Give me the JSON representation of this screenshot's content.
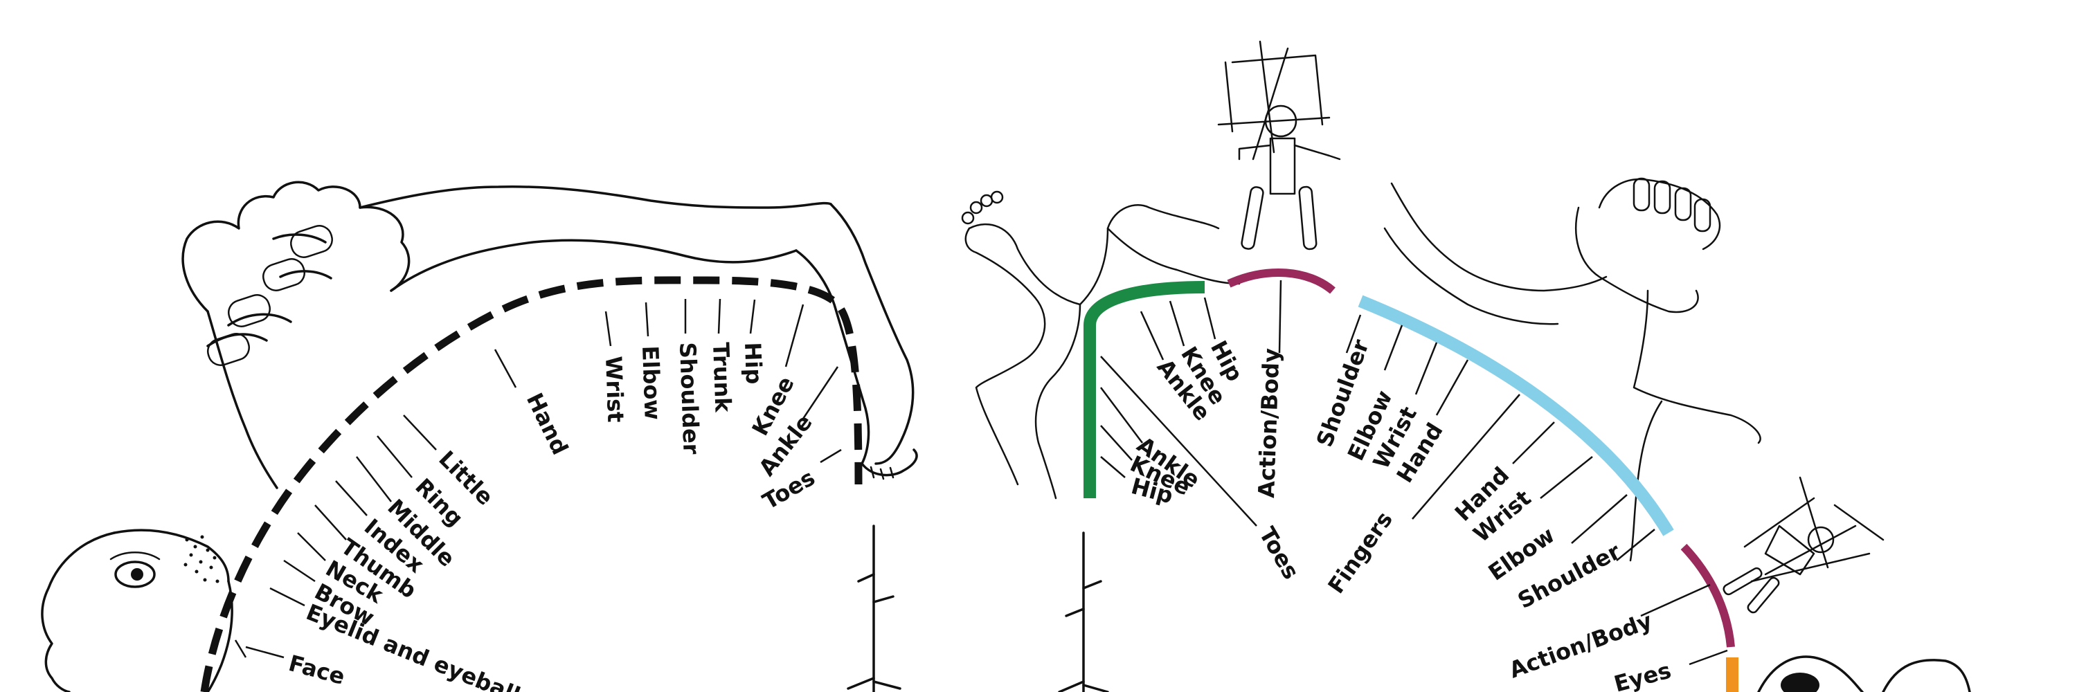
{
  "colors": {
    "legs": "#1a8a45",
    "action": "#9b2a5c",
    "arms": "#86cfe8",
    "eyes": "#f0921e",
    "ink": "#111111"
  },
  "left_homunculus": {
    "labels": {
      "hand": "Hand",
      "wrist": "Wrist",
      "elbow": "Elbow",
      "shoulder": "Shoulder",
      "trunk": "Trunk",
      "hip": "Hip",
      "knee": "Knee",
      "ankle": "Ankle",
      "toes": "Toes",
      "little": "Little",
      "ring": "Ring",
      "middle": "Middle",
      "index": "Index",
      "thumb": "Thumb",
      "neck": "Neck",
      "brow": "Brow",
      "eyelid": "Eyelid and eyeball",
      "face": "Face"
    }
  },
  "right_map": {
    "legs": {
      "hip": "Hip",
      "knee": "Knee",
      "ankle": "Ankle",
      "toes": "Toes"
    },
    "legs_inner": {
      "ankle": "Ankle",
      "knee": "Knee",
      "hip": "Hip"
    },
    "action_top": "Action/Body",
    "arms_upper": {
      "shoulder": "Shoulder",
      "elbow": "Elbow",
      "wrist": "Wrist",
      "hand": "Hand"
    },
    "arms_lower": {
      "fingers": "Fingers",
      "hand": "Hand",
      "wrist": "Wrist",
      "elbow": "Elbow",
      "shoulder": "Shoulder"
    },
    "action_bottom": "Action/Body",
    "eyes": "Eyes"
  }
}
